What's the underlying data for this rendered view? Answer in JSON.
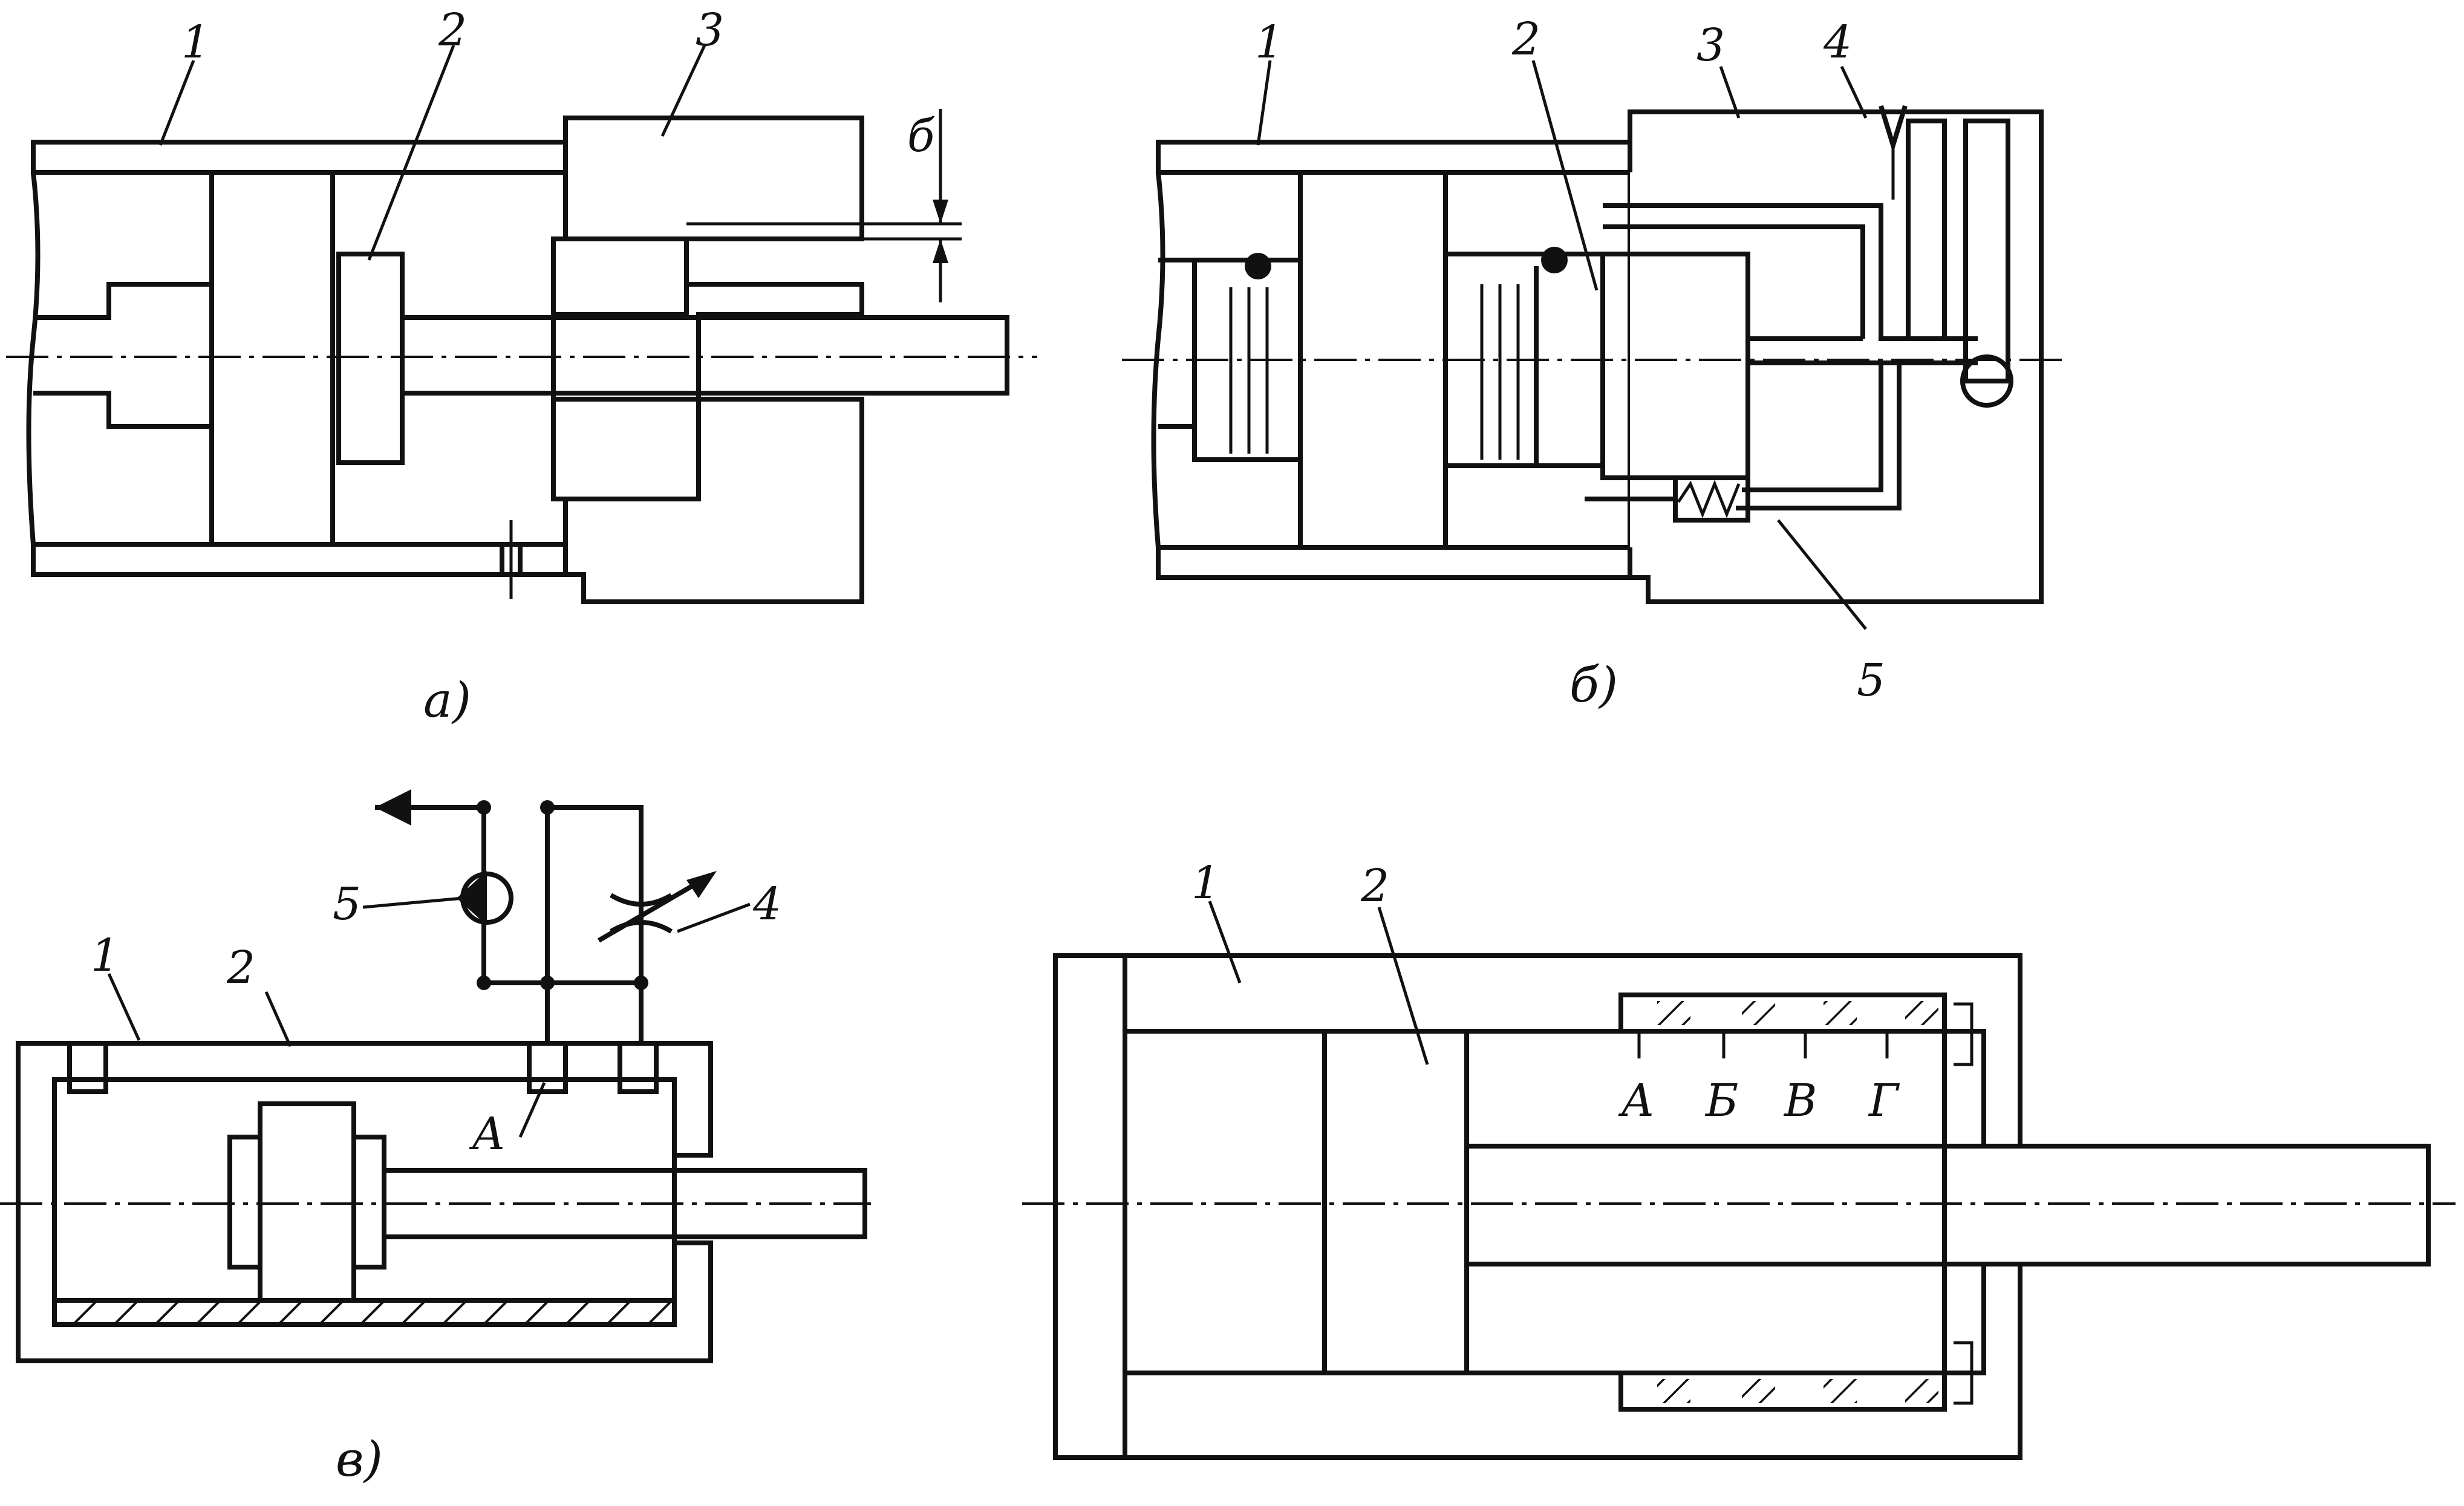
{
  "figure_a": {
    "caption": "а)",
    "labels": [
      "1",
      "2",
      "3"
    ],
    "gap_label": "б"
  },
  "figure_b": {
    "caption": "б)",
    "labels": [
      "1",
      "2",
      "3",
      "4",
      "5"
    ]
  },
  "figure_v": {
    "caption": "в)",
    "labels": [
      "1",
      "2",
      "4",
      "5"
    ],
    "port_label": "А"
  },
  "figure_g": {
    "labels": [
      "1",
      "2"
    ],
    "port_labels": [
      "А",
      "Б",
      "В",
      "Г"
    ]
  }
}
